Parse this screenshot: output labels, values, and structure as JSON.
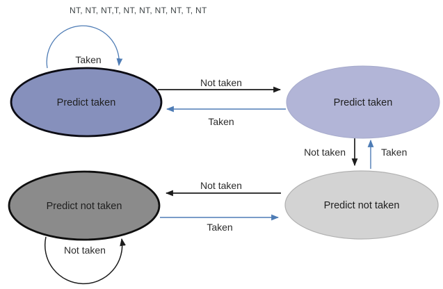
{
  "sequence_label": "NT, NT, NT,T, NT, NT, NT, NT, T, NT",
  "colors": {
    "background": "#ffffff",
    "state_taken_strong": "#8690BC",
    "state_taken_weak": "#B2B5D7",
    "state_not_taken_strong": "#8B8B8B",
    "state_not_taken_weak": "#D3D3D3",
    "arrow_black": "#1C1C1C",
    "arrow_blue": "#4E7CB5",
    "label_text": "#2B2B2B"
  },
  "states": {
    "taken_strong": {
      "label": "Predict taken"
    },
    "taken_weak": {
      "label": "Predict taken"
    },
    "not_taken_strong": {
      "label": "Predict not taken"
    },
    "not_taken_weak": {
      "label": "Predict not taken"
    }
  },
  "transitions": {
    "loop_taken_strong": {
      "label": "Taken"
    },
    "taken_strong_to_taken_weak": {
      "label": "Not taken"
    },
    "taken_weak_to_taken_strong": {
      "label": "Taken"
    },
    "taken_weak_to_not_taken_weak": {
      "label": "Not taken"
    },
    "not_taken_weak_to_taken_weak": {
      "label": "Taken"
    },
    "not_taken_weak_to_not_taken_strong": {
      "label": "Not taken"
    },
    "not_taken_strong_to_not_taken_weak": {
      "label": "Taken"
    },
    "loop_not_taken_strong": {
      "label": "Not taken"
    }
  }
}
